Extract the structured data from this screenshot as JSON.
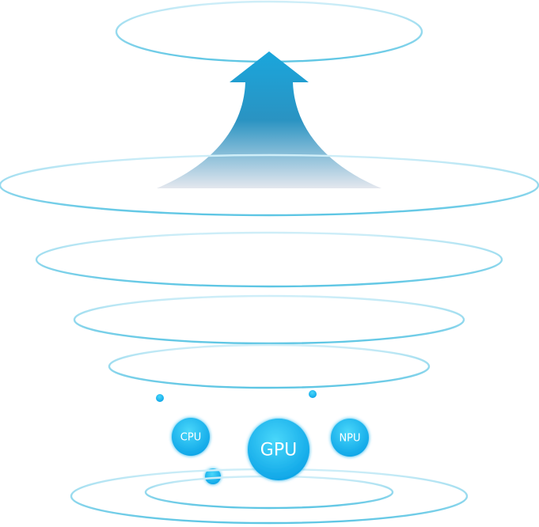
{
  "chips": {
    "cpu": {
      "label": "CPU"
    },
    "gpu": {
      "label": "GPU"
    },
    "npu": {
      "label": "NPU"
    }
  },
  "colors": {
    "ring": "#5ec6e4",
    "chip_top": "#3fd0f5",
    "chip_bottom": "#0ea6e8",
    "arrow_top": "#1aa6dc",
    "arrow_bottom": "#dfe3ea"
  }
}
